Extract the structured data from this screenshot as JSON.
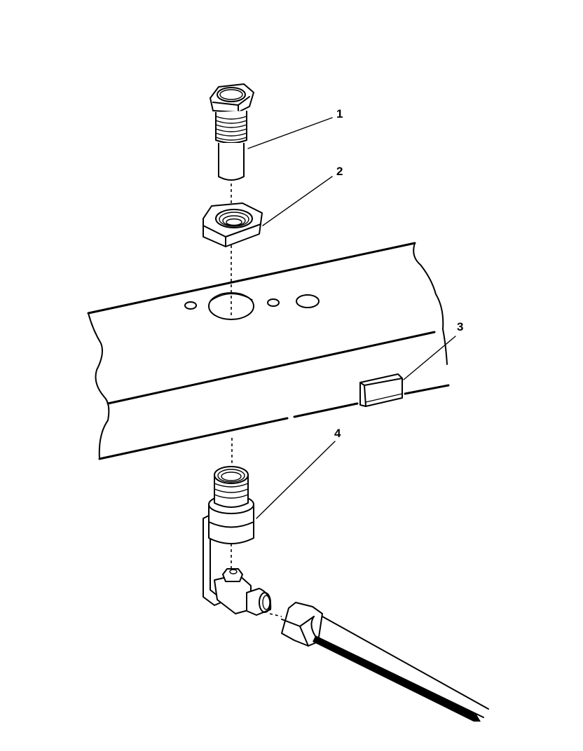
{
  "diagram": {
    "type": "exploded-parts-view",
    "colors": {
      "line": "#000000",
      "background": "#ffffff"
    },
    "callouts": [
      {
        "id": "1",
        "label": "1",
        "part": "threaded-connector"
      },
      {
        "id": "2",
        "label": "2",
        "part": "hex-nut"
      },
      {
        "id": "3",
        "label": "3",
        "part": "clip"
      },
      {
        "id": "4",
        "label": "4",
        "part": "elbow-fitting"
      }
    ]
  }
}
